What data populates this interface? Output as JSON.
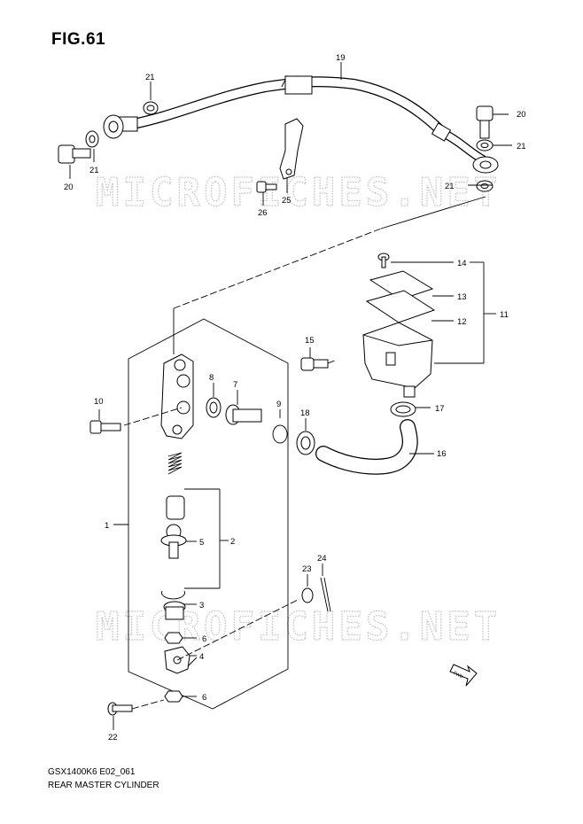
{
  "figure": {
    "title": "FIG.61"
  },
  "footer": {
    "model_code": "GSX1400K6 E02_061",
    "section_name": "REAR MASTER CYLINDER"
  },
  "watermark": {
    "text": "MICROFICHES.NET",
    "color": "#bdbdbd"
  },
  "fwd_marker": {
    "text": "FWD"
  },
  "callouts": {
    "p1": "1",
    "p2": "2",
    "p3": "3",
    "p4": "4",
    "p5": "5",
    "p6a": "6",
    "p6b": "6",
    "p7": "7",
    "p8": "8",
    "p9": "9",
    "p10": "10",
    "p11": "11",
    "p12": "12",
    "p13": "13",
    "p14": "14",
    "p15": "15",
    "p16": "16",
    "p17": "17",
    "p18": "18",
    "p19": "19",
    "p20a": "20",
    "p20b": "20",
    "p21a": "21",
    "p21b": "21",
    "p21c": "21",
    "p21d": "21",
    "p22": "22",
    "p23": "23",
    "p24": "24",
    "p25": "25",
    "p26": "26"
  }
}
